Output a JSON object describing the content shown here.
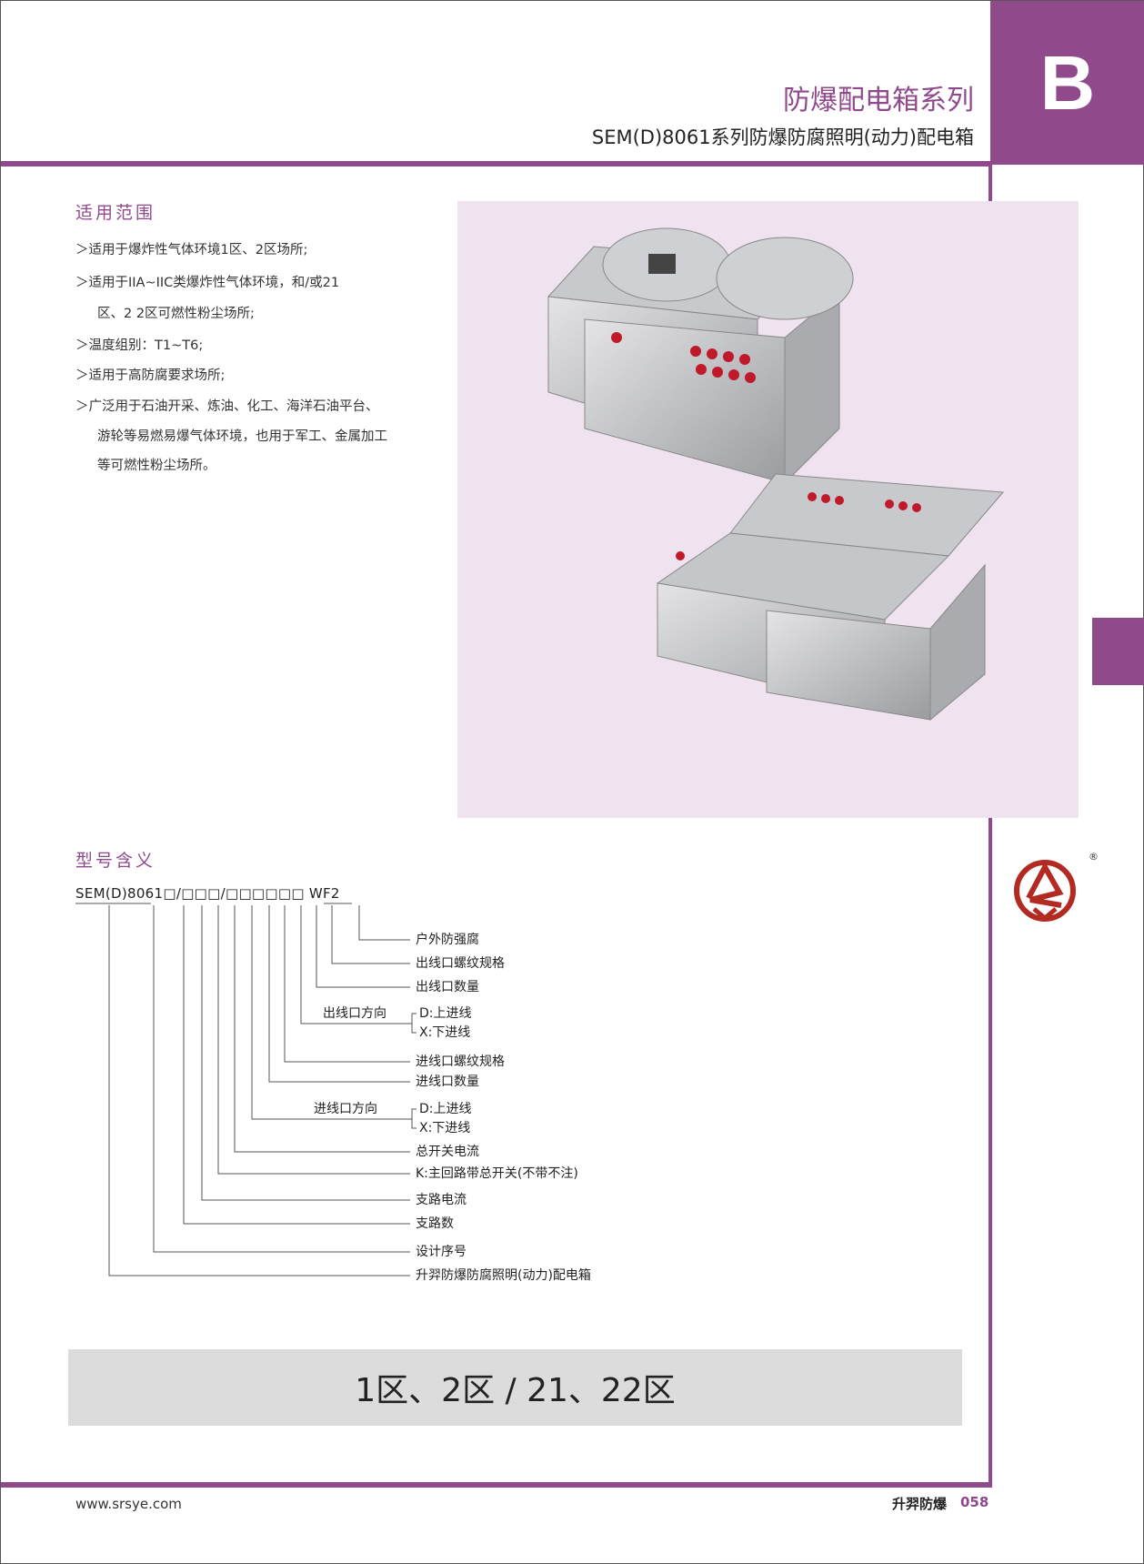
{
  "header": {
    "series_title": "防爆配电箱系列",
    "product_title": "SEM(D)8061系列防爆防腐照明(动力)配电箱",
    "section_letter": "B"
  },
  "scope": {
    "heading": "适用范围",
    "items": [
      "＞适用于爆炸性气体环境1区、2区场所;",
      "＞适用于IIA~IIC类爆炸性气体环境，和/或21",
      "区、2 2区可燃性粉尘场所;",
      "＞温度组别：T1~T6;",
      "＞适用于高防腐要求场所;",
      "＞广泛用于石油开采、炼油、化工、海洋石油平台、",
      "游轮等易燃易爆气体环境，也用于军工、金属加工",
      "等可燃性粉尘场所。"
    ]
  },
  "model": {
    "heading": "型号含义",
    "code": "SEM(D)8061□/□□□/□□□□□□ WF2",
    "labels": [
      "户外防强腐",
      "出线口螺纹规格",
      "出线口数量",
      "进线口螺纹规格",
      "进线口数量",
      "总开关电流",
      "K:主回路带总开关(不带不注)",
      "支路电流",
      "支路数",
      "设计序号",
      "升羿防爆防腐照明(动力)配电箱"
    ],
    "out_dir": {
      "label": "出线口方向",
      "d": "D:上进线",
      "x": "X:下进线"
    },
    "in_dir": {
      "label": "进线口方向",
      "d": "D:上进线",
      "x": "X:下进线"
    }
  },
  "zone": "1区、2区 / 21、22区",
  "logo": {
    "mark": "®"
  },
  "footer": {
    "url": "www.srsye.com",
    "brand": "升羿防爆",
    "page": "058"
  },
  "colors": {
    "accent": "#904a8c",
    "logo": "#b22a22"
  }
}
